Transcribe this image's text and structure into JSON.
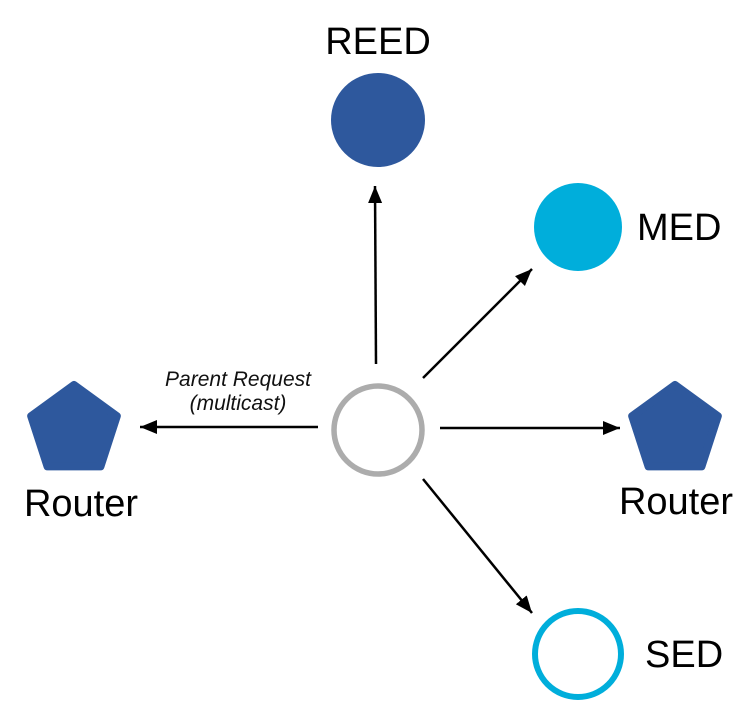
{
  "diagram": {
    "name": "thread-network-parent-request-topology",
    "annotation": {
      "line1": "Parent Request",
      "line2": "(multicast)"
    },
    "nodes": {
      "reed": {
        "label": "REED",
        "shape": "filled-circle"
      },
      "med": {
        "label": "MED",
        "shape": "filled-circle"
      },
      "router_left": {
        "label": "Router",
        "shape": "pentagon"
      },
      "router_right": {
        "label": "Router",
        "shape": "pentagon"
      },
      "sed": {
        "label": "SED",
        "shape": "outlined-circle"
      },
      "parent_candidate": {
        "label": "",
        "shape": "outlined-circle"
      }
    },
    "edges": [
      {
        "from": "parent_candidate",
        "to": "reed"
      },
      {
        "from": "parent_candidate",
        "to": "med"
      },
      {
        "from": "parent_candidate",
        "to": "router_right"
      },
      {
        "from": "parent_candidate",
        "to": "router_left"
      },
      {
        "from": "parent_candidate",
        "to": "sed"
      }
    ]
  },
  "colors": {
    "node_blue": "#2E589D",
    "node_cyan": "#00AEDB",
    "parent_gray": "#ACACAC",
    "arrow_black": "#000000",
    "white": "#FFFFFF"
  }
}
